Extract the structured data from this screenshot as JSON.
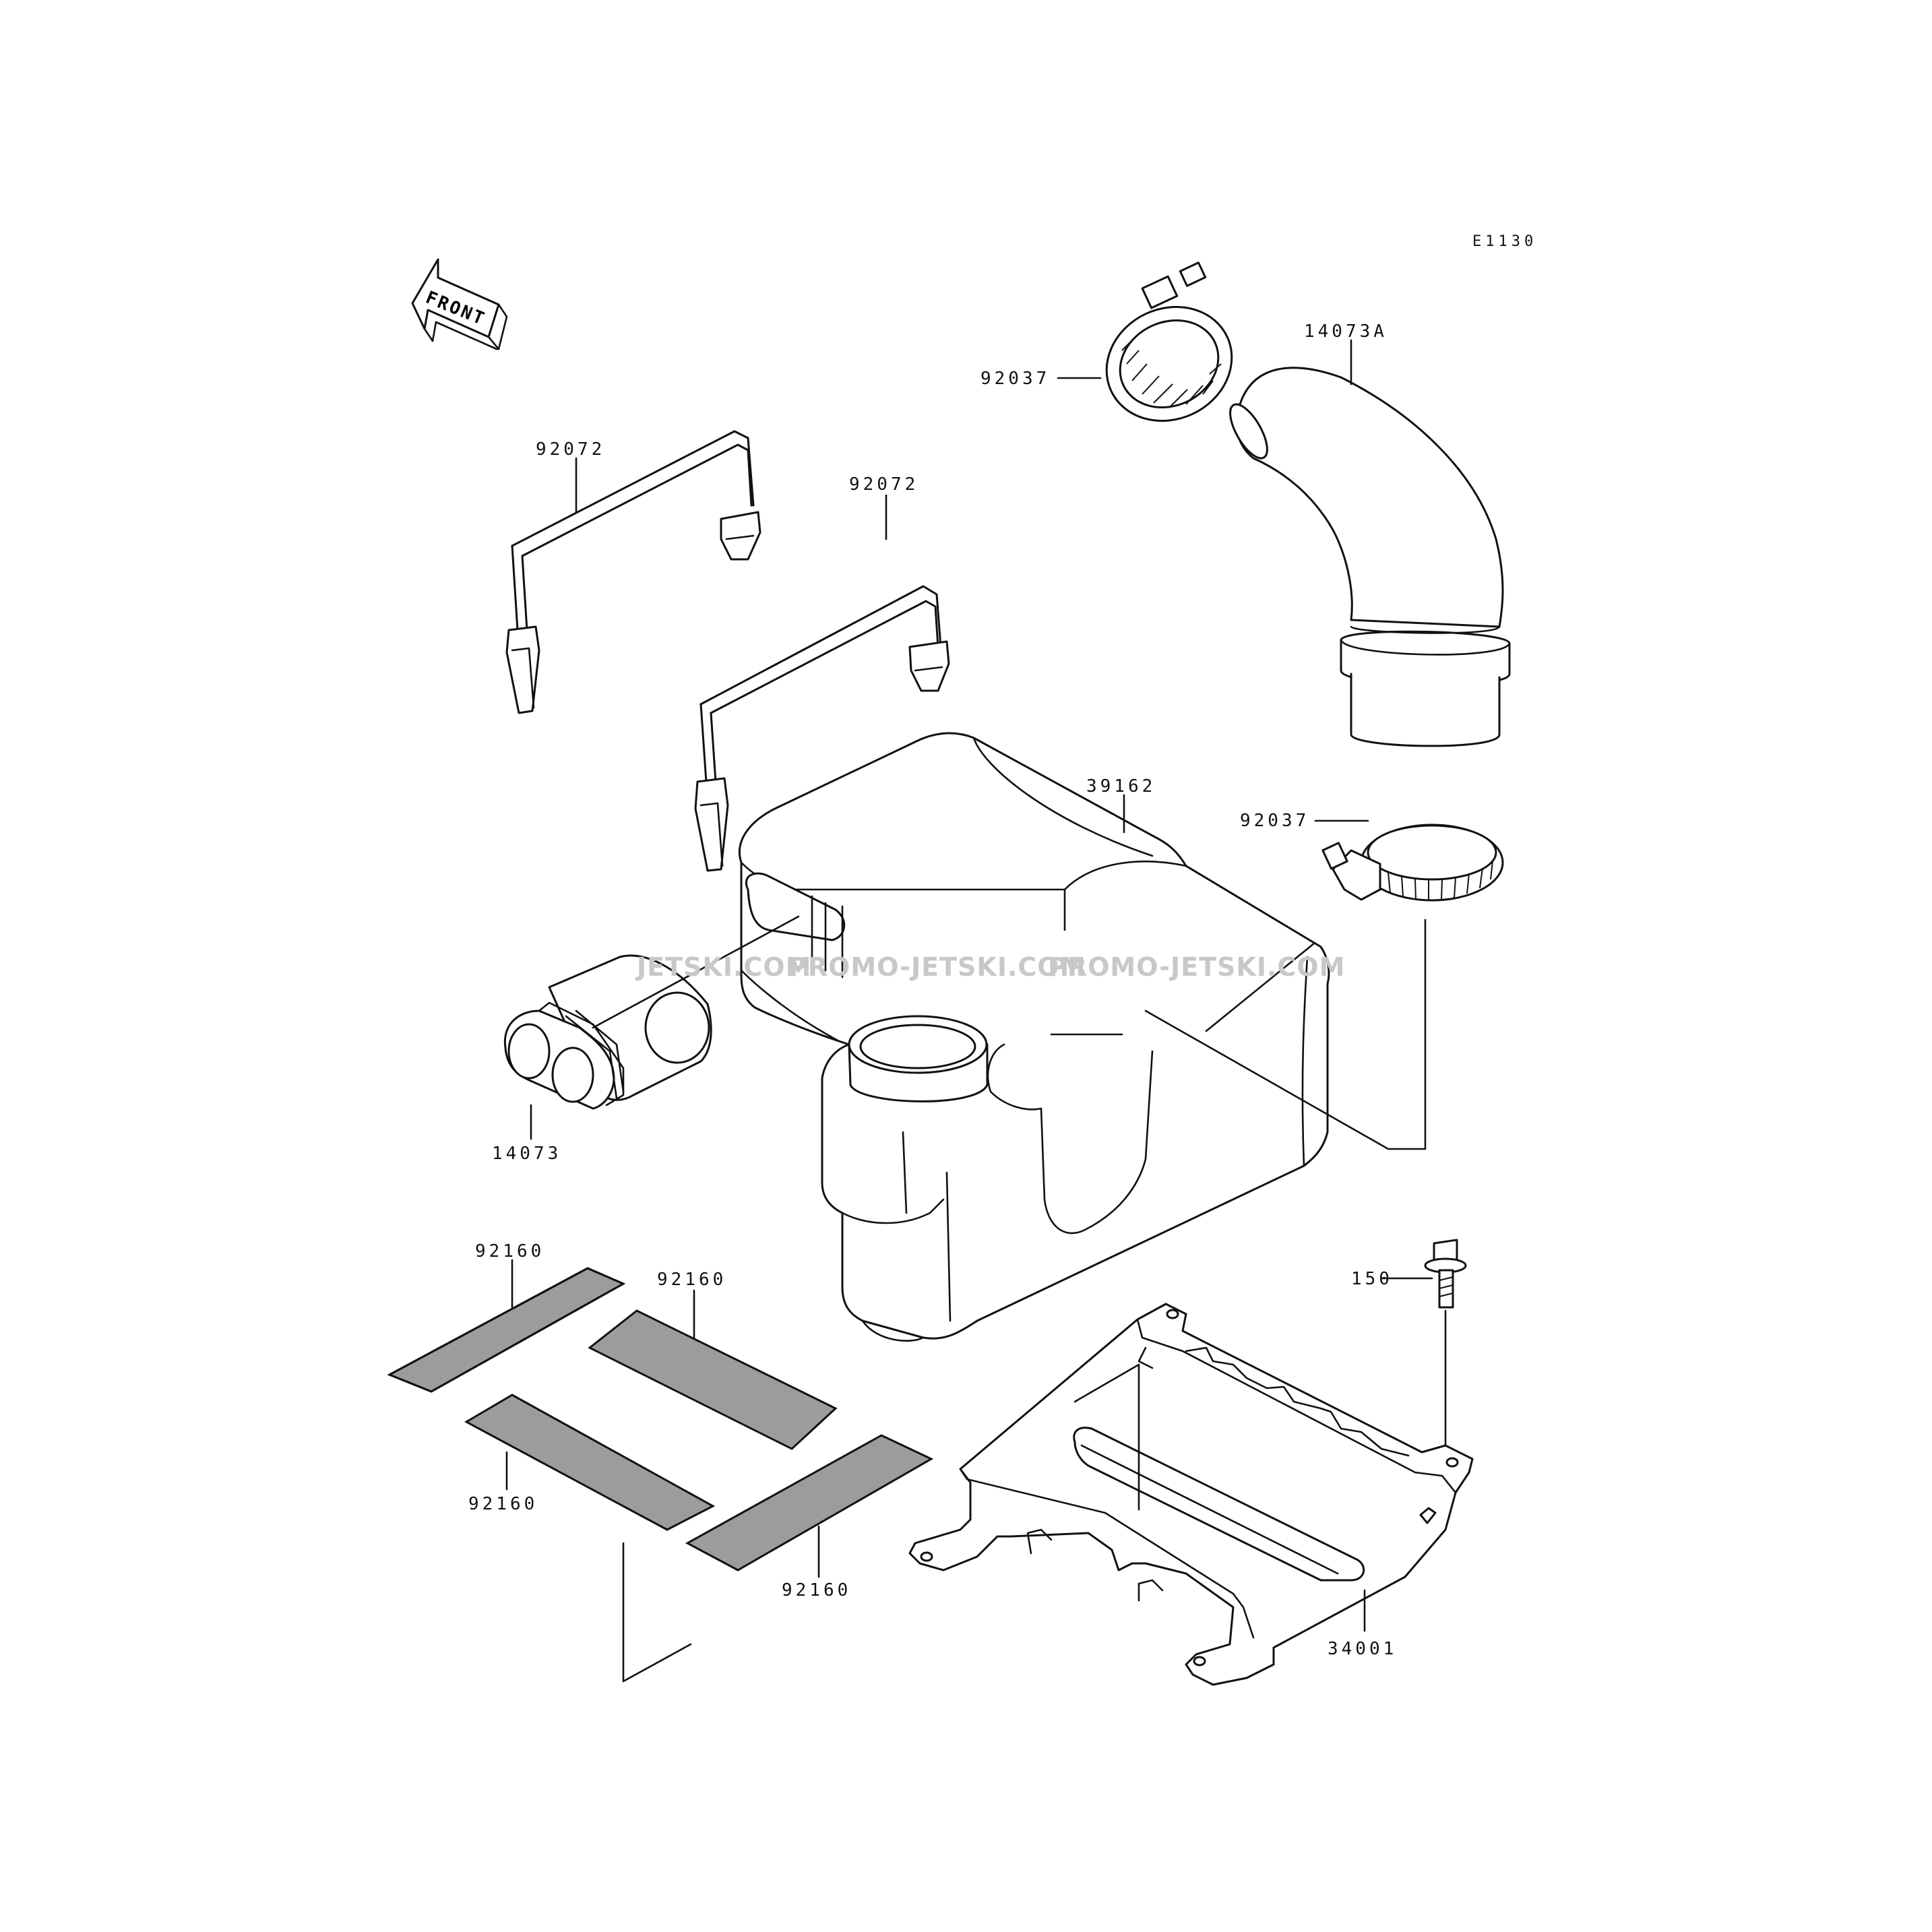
{
  "diagram": {
    "ref_code": "E1130",
    "front_arrow_label": "FRONT",
    "watermarks": [
      "JETSKI.COM",
      "PROMO-JETSKI.COM",
      "PROMO-JETSKI.COM"
    ],
    "part_labels": [
      {
        "id": "clamp-top",
        "number": "92037"
      },
      {
        "id": "elbow-duct",
        "number": "14073A"
      },
      {
        "id": "band-left",
        "number": "92072"
      },
      {
        "id": "band-right",
        "number": "92072"
      },
      {
        "id": "air-tank",
        "number": "39162"
      },
      {
        "id": "clamp-bottom",
        "number": "92037"
      },
      {
        "id": "intake-duct",
        "number": "14073"
      },
      {
        "id": "pad-1",
        "number": "92160"
      },
      {
        "id": "pad-2",
        "number": "92160"
      },
      {
        "id": "pad-3",
        "number": "92160"
      },
      {
        "id": "pad-4",
        "number": "92160"
      },
      {
        "id": "bolt",
        "number": "150"
      },
      {
        "id": "bracket",
        "number": "34001"
      }
    ]
  }
}
